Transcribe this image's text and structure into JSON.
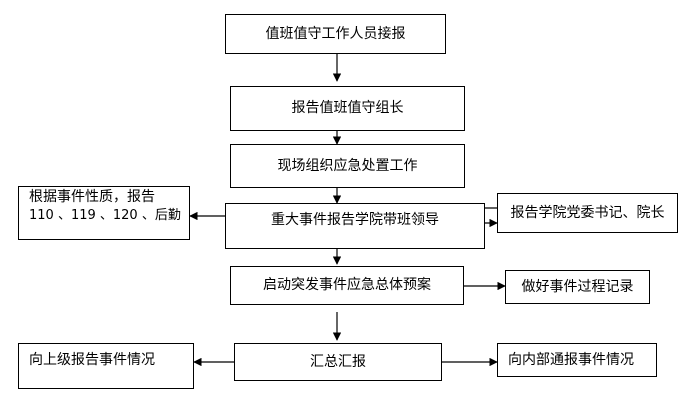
{
  "flowchart": {
    "step1": "值班值守工作人员接报",
    "step2": "报告值班值守组长",
    "step3": "现场组织应急处置工作",
    "step4": "重大事件报告学院带班领导",
    "step5": "启动突发事件应急总体预案",
    "step6": "汇总汇报",
    "side_left_top_line1": "根据事件性质，报告",
    "side_left_top_line2": "110 、119 、120 、后勤",
    "side_right_top": "报告学院党委书记、院长",
    "side_right_mid": "做好事件过程记录",
    "side_left_bottom": "向上级报告事件情况",
    "side_right_bottom": "向内部通报事件情况"
  }
}
